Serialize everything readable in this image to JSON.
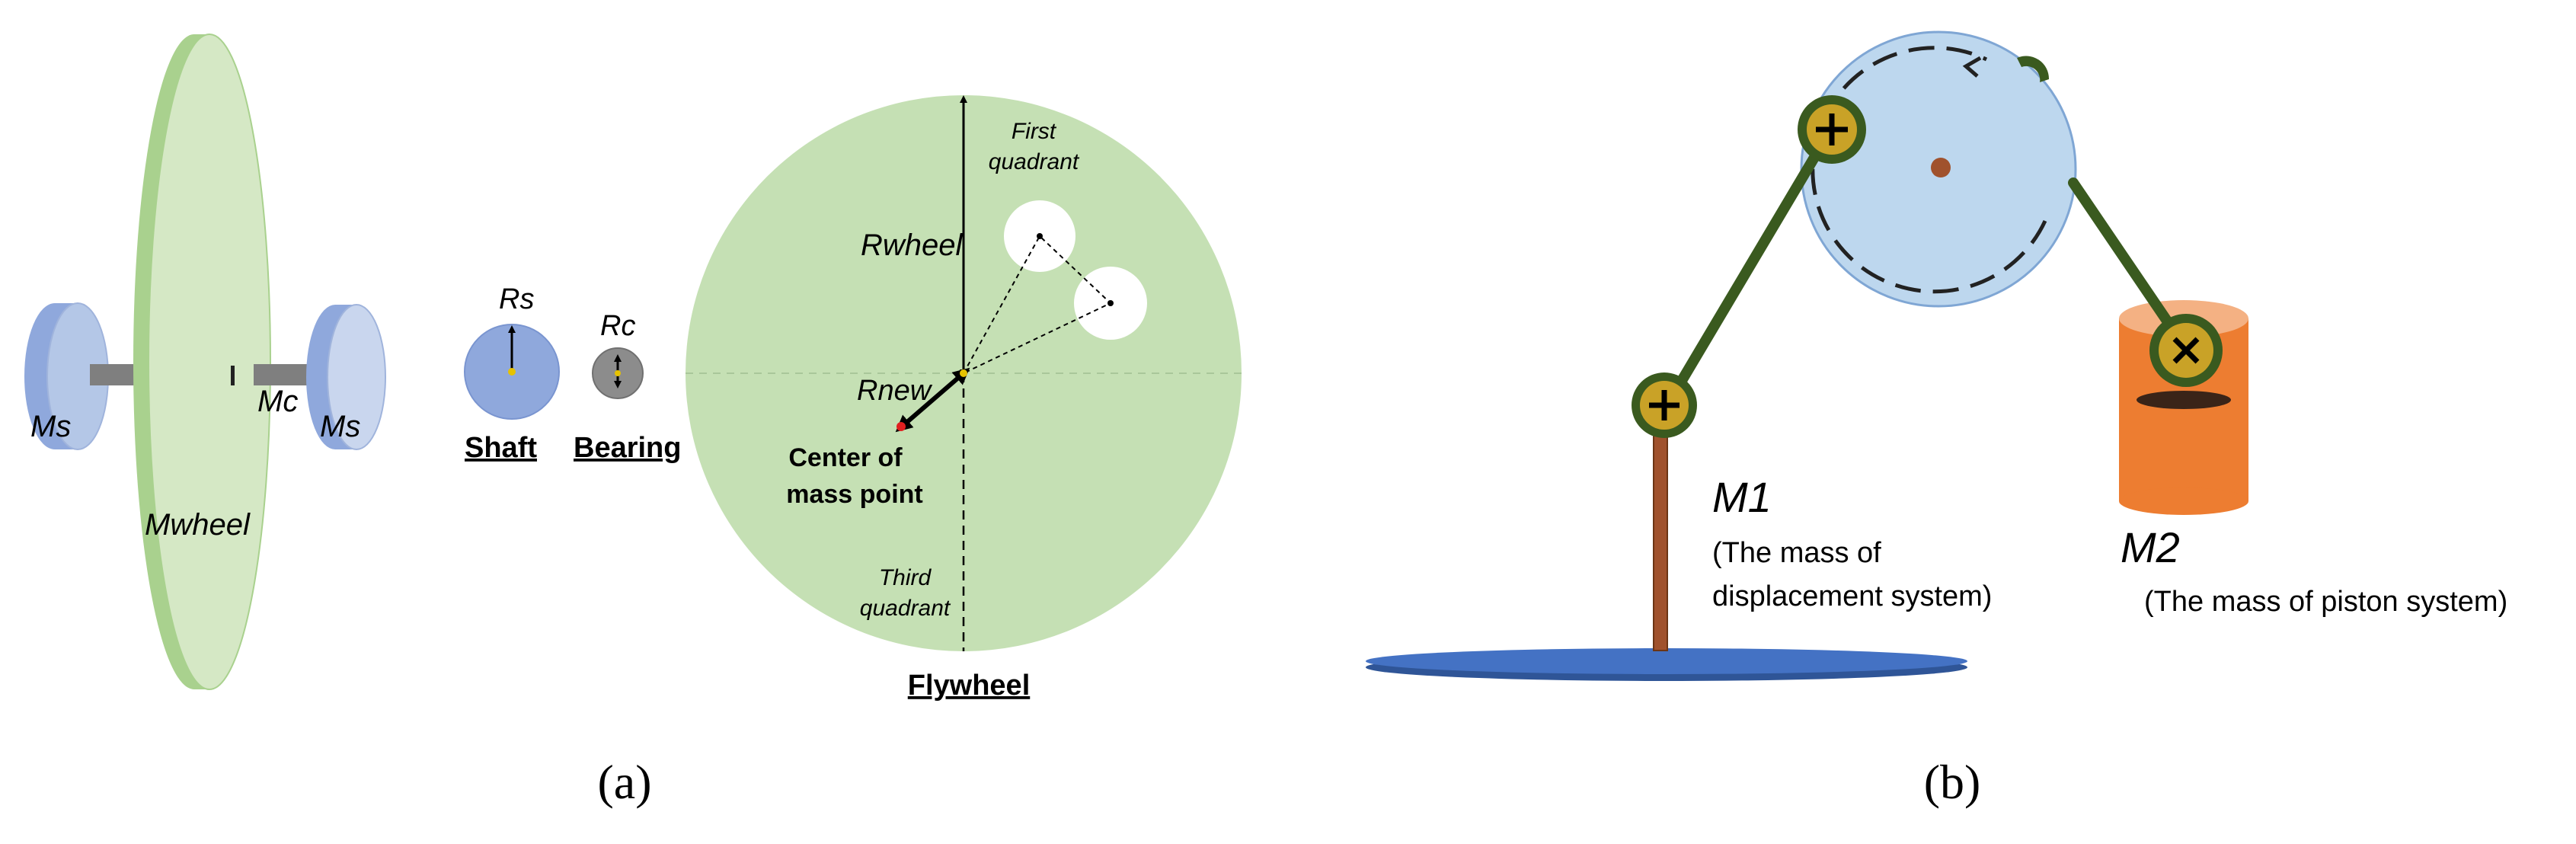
{
  "panel_a": {
    "labels": {
      "ms_left": "Ms",
      "ms_right": "Ms",
      "mc": "Mc",
      "mwheel": "Mwheel",
      "rs": "Rs",
      "rc": "Rc",
      "shaft": "Shaft",
      "bearing": "Bearing",
      "first_quadrant_1": "First",
      "first_quadrant_2": "quadrant",
      "rwheel": "Rwheel",
      "rnew": "Rnew",
      "com_1": "Center of",
      "com_2": "mass point",
      "third_quadrant_1": "Third",
      "third_quadrant_2": "quadrant",
      "flywheel": "Flywheel"
    },
    "caption": "(a)"
  },
  "panel_b": {
    "labels": {
      "m1": "M1",
      "m1_desc_1": "(The mass of",
      "m1_desc_2": "displacement system)",
      "m2": "M2",
      "m2_desc": "(The mass of piston system)"
    },
    "caption": "(b)"
  },
  "colors": {
    "green_fill": "#c5e0b4",
    "blue_fill": "#b4c7e7",
    "orange": "#ed7d31",
    "link_green": "#3a5a1f",
    "joint_gold": "#c9a227",
    "rod_brown": "#8b4513",
    "base_blue": "#4472c4"
  }
}
